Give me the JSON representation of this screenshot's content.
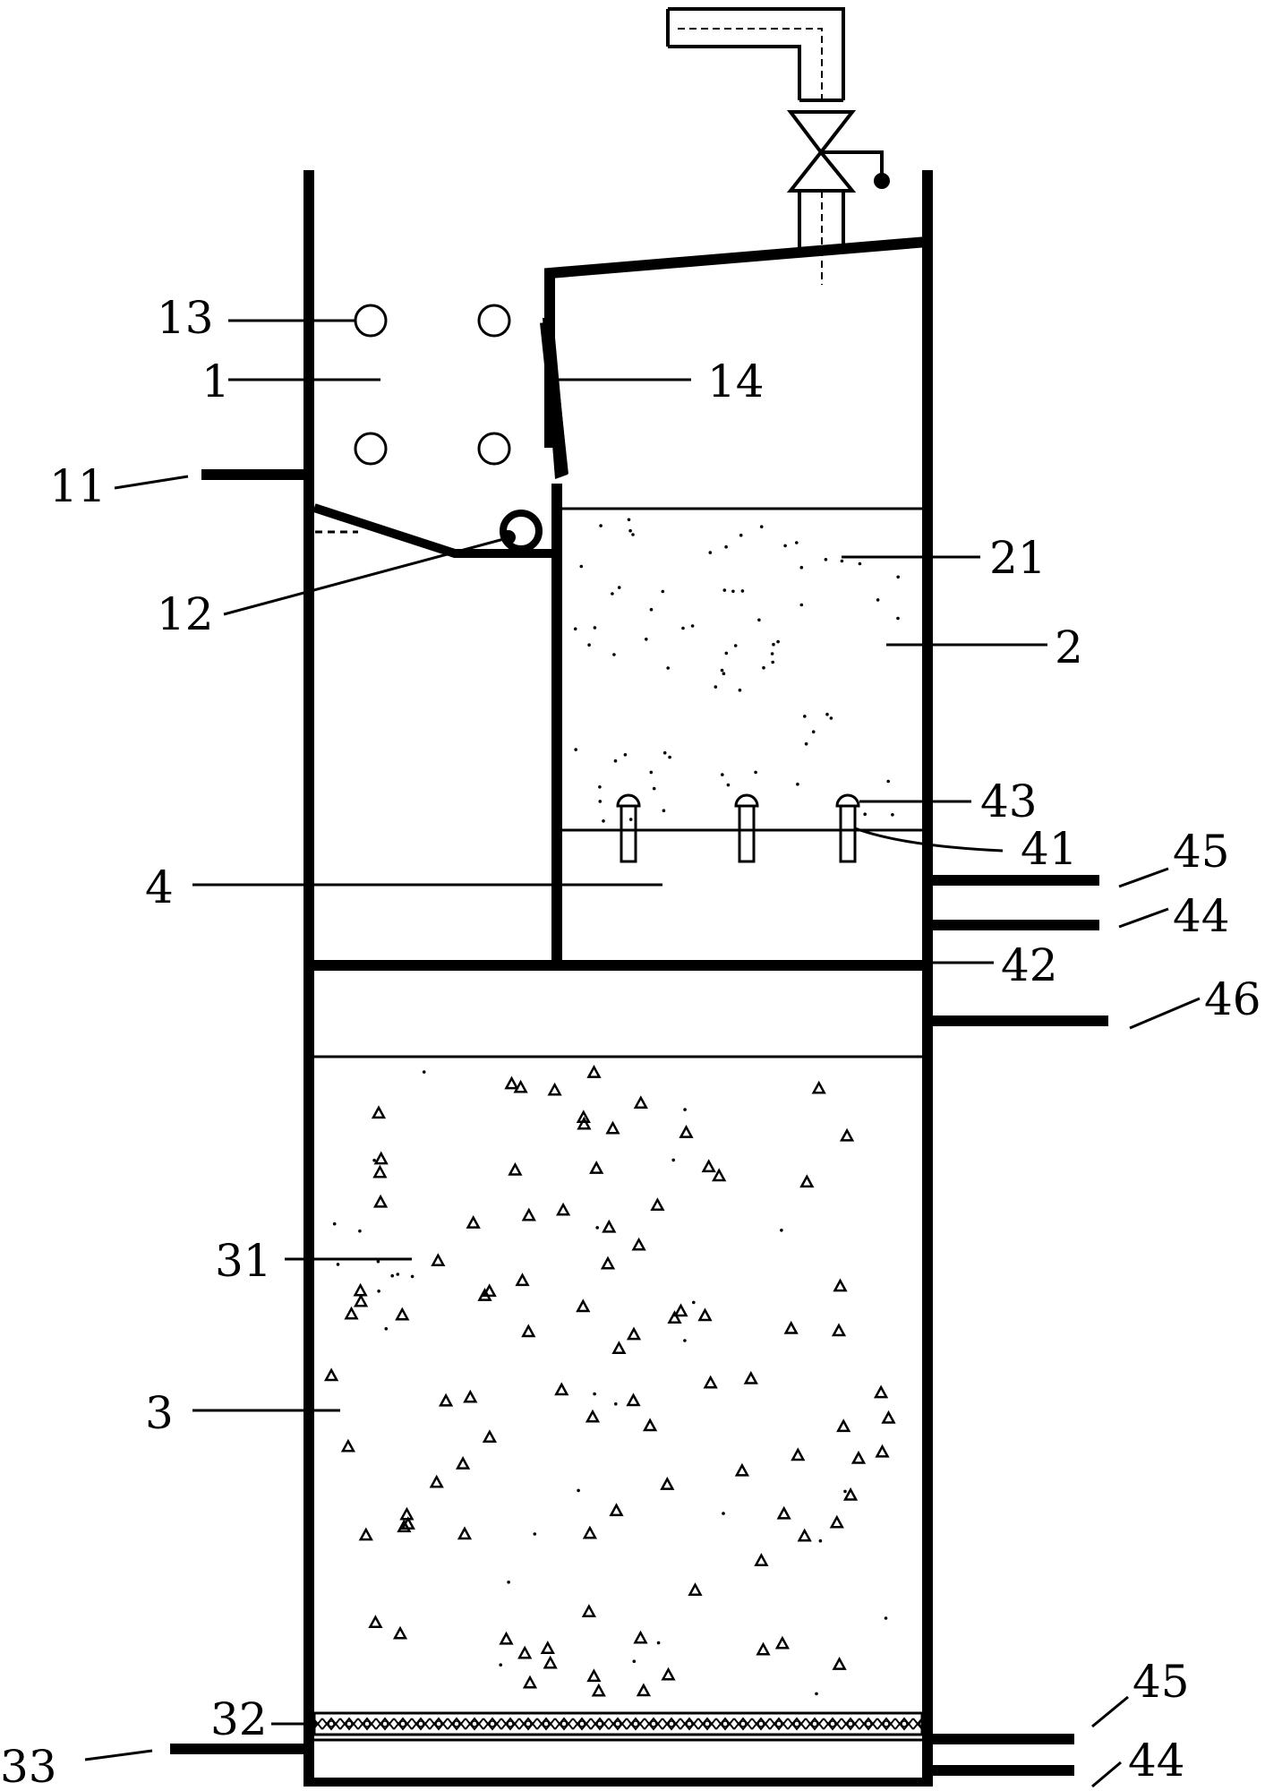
{
  "labels": {
    "l1": "1",
    "l2": "2",
    "l3": "3",
    "l4": "4",
    "l11": "11",
    "l12": "12",
    "l13": "13",
    "l14": "14",
    "l21": "21",
    "l31": "31",
    "l32": "32",
    "l33": "33",
    "l41": "41",
    "l42": "42",
    "l43": "43",
    "l44a": "44",
    "l44b": "44",
    "l45a": "45",
    "l45b": "45",
    "l46": "46"
  }
}
